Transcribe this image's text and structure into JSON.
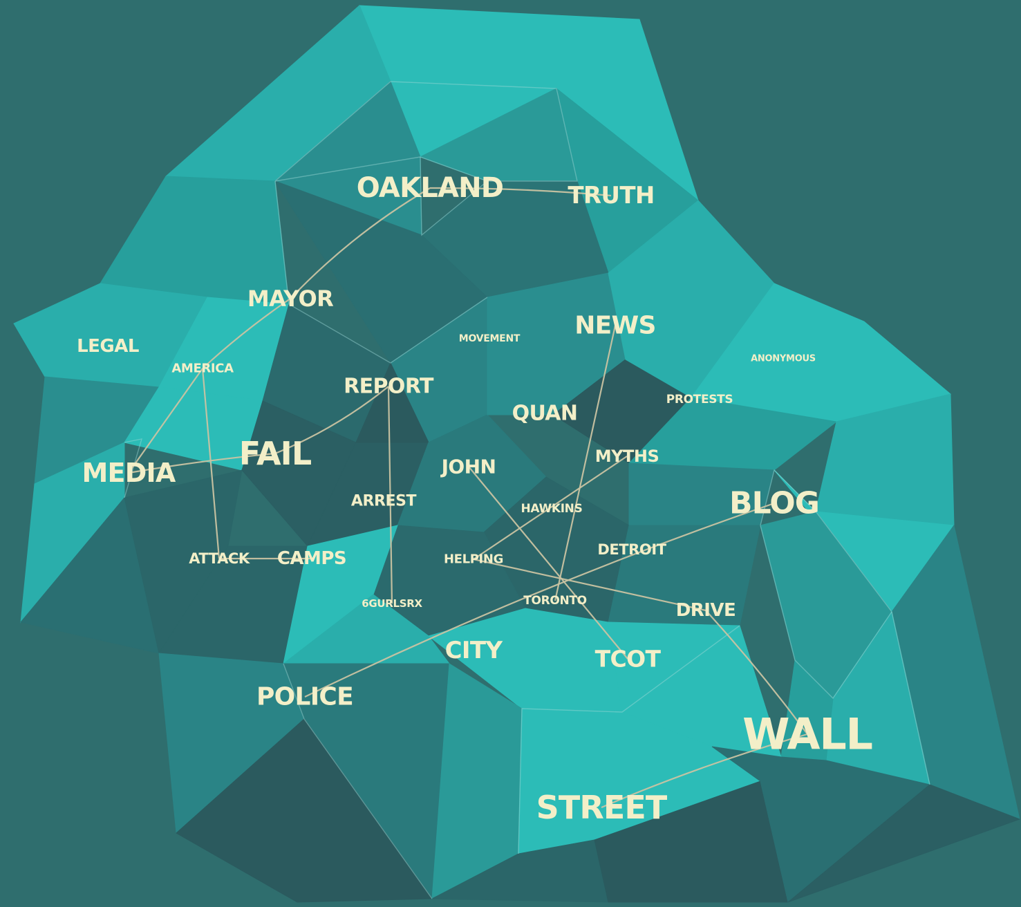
{
  "colors": {
    "background": "#2f6e6e",
    "text": "#f3efc8",
    "edge": "#c9c3a2",
    "facet_light": "#2cbcb7",
    "facet_mid": "#279f9c",
    "facet_dark": "#2b5f63"
  },
  "words": [
    {
      "id": "oakland",
      "text": "OAKLAND"
    },
    {
      "id": "truth",
      "text": "TRUTH"
    },
    {
      "id": "mayor",
      "text": "MAYOR"
    },
    {
      "id": "news",
      "text": "NEWS"
    },
    {
      "id": "movement",
      "text": "MOVEMENT"
    },
    {
      "id": "legal",
      "text": "LEGAL"
    },
    {
      "id": "america",
      "text": "AMERICA"
    },
    {
      "id": "anonymous",
      "text": "ANONYMOUS"
    },
    {
      "id": "report",
      "text": "REPORT"
    },
    {
      "id": "protests",
      "text": "PROTESTS"
    },
    {
      "id": "quan",
      "text": "QUAN"
    },
    {
      "id": "fail",
      "text": "FAIL"
    },
    {
      "id": "myths",
      "text": "MYTHS"
    },
    {
      "id": "media",
      "text": "MEDIA"
    },
    {
      "id": "john",
      "text": "JOHN"
    },
    {
      "id": "blog",
      "text": "BLOG"
    },
    {
      "id": "arrest",
      "text": "ARREST"
    },
    {
      "id": "hawkins",
      "text": "HAWKINS"
    },
    {
      "id": "detroit",
      "text": "DETROIT"
    },
    {
      "id": "attack",
      "text": "ATTACK"
    },
    {
      "id": "camps",
      "text": "CAMPS"
    },
    {
      "id": "helping",
      "text": "HELPING"
    },
    {
      "id": "6gurlsrx",
      "text": "6GURLSRX"
    },
    {
      "id": "toronto",
      "text": "TORONTO"
    },
    {
      "id": "drive",
      "text": "DRIVE"
    },
    {
      "id": "city",
      "text": "CITY"
    },
    {
      "id": "tcot",
      "text": "TCOT"
    },
    {
      "id": "police",
      "text": "POLICE"
    },
    {
      "id": "wall",
      "text": "WALL"
    },
    {
      "id": "street",
      "text": "STREET"
    }
  ],
  "links": [
    [
      "oakland",
      "truth"
    ],
    [
      "oakland",
      "mayor"
    ],
    [
      "mayor",
      "america"
    ],
    [
      "america",
      "media"
    ],
    [
      "america",
      "attack"
    ],
    [
      "media",
      "fail"
    ],
    [
      "fail",
      "report"
    ],
    [
      "report",
      "6gurlsrx"
    ],
    [
      "attack",
      "camps"
    ],
    [
      "news",
      "toronto"
    ],
    [
      "john",
      "tcot"
    ],
    [
      "myths",
      "helping"
    ],
    [
      "helping",
      "drive"
    ],
    [
      "blog",
      "police"
    ],
    [
      "drive",
      "wall"
    ],
    [
      "wall",
      "street"
    ]
  ]
}
